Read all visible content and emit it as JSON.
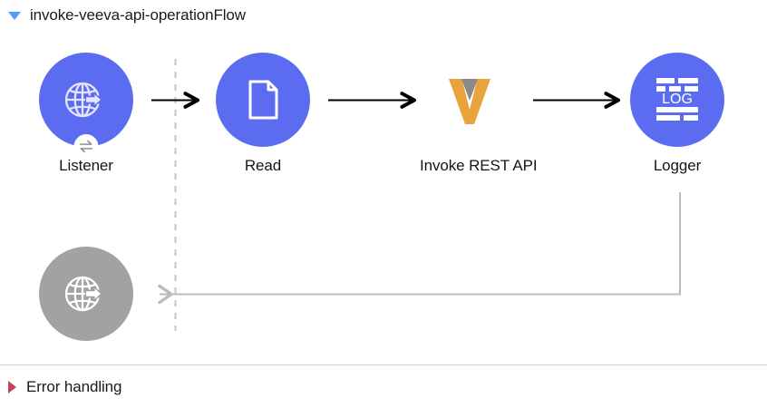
{
  "header": {
    "title": "invoke-veeva-api-operationFlow",
    "caret_icon": "caret-down-icon",
    "caret_color": "#4a9cf5"
  },
  "colors": {
    "node_blue": "#5c6cf0",
    "node_gray": "#a2a2a2",
    "arrow_black": "#000000",
    "flow_gray": "#bcbcbc",
    "veeva_orange": "#e8a33d",
    "veeva_gray": "#8a8a8a",
    "error_red": "#c8415c",
    "separator": "#d4d4d4"
  },
  "canvas": {
    "nodes": [
      {
        "id": "listener",
        "label": "Listener",
        "icon": "globe-arrow-icon",
        "style": "blue",
        "badge_icon": "two-way-arrow-badge-icon",
        "has_badge": true
      },
      {
        "id": "read",
        "label": "Read",
        "icon": "document-icon",
        "style": "blue",
        "has_badge": false
      },
      {
        "id": "invoke-rest-api",
        "label": "Invoke REST API",
        "icon": "veeva-logo-icon",
        "style": "plain",
        "has_badge": false
      },
      {
        "id": "logger",
        "label": "Logger",
        "icon": "log-icon",
        "icon_text": "LOG",
        "style": "blue",
        "has_badge": false
      },
      {
        "id": "error-source",
        "label": "",
        "icon": "globe-arrow-icon",
        "style": "gray",
        "has_badge": false
      }
    ],
    "connectors": [
      {
        "id": "listener-to-read",
        "kind": "arrow",
        "color": "#000000"
      },
      {
        "id": "read-to-invoke",
        "kind": "arrow",
        "color": "#000000"
      },
      {
        "id": "invoke-to-logger",
        "kind": "arrow",
        "color": "#000000"
      },
      {
        "id": "logger-to-error-source",
        "kind": "return-path",
        "color": "#bcbcbc"
      },
      {
        "id": "flow-divider",
        "kind": "dashed-vertical",
        "color": "#c4c4c4"
      }
    ]
  },
  "footer": {
    "title": "Error handling",
    "caret_icon": "caret-right-icon",
    "caret_color": "#c8415c"
  }
}
